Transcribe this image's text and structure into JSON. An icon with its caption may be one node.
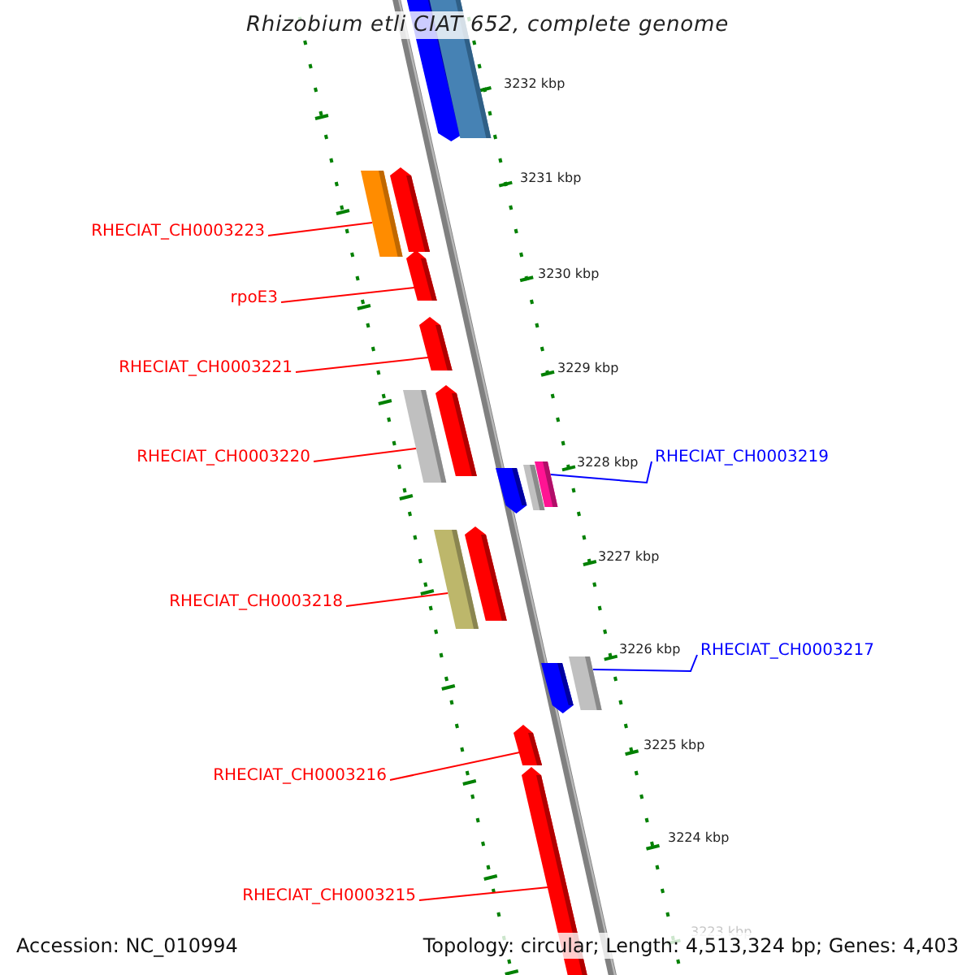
{
  "diagram": {
    "title": "Rhizobium etli CIAT 652, complete genome",
    "nodes": [
      {
        "text": [],
        "shape": "arrow"
      },
      {
        "text": [],
        "shape": "bar"
      },
      {
        "text": [],
        "shape": "bar"
      },
      {
        "text": [],
        "shape": "arrow"
      },
      {
        "text": [],
        "shape": "arrow"
      },
      {
        "text": [],
        "shape": "arrow"
      },
      {
        "text": [],
        "shape": "bar"
      },
      {
        "text": [],
        "shape": "arrow"
      },
      {
        "text": [],
        "shape": "arrow"
      },
      {
        "text": [],
        "shape": "bar"
      },
      {
        "text": [],
        "shape": "bar"
      },
      {
        "text": [],
        "shape": "bar"
      },
      {
        "text": [],
        "shape": "arrow"
      },
      {
        "text": [],
        "shape": "arrow"
      },
      {
        "text": [],
        "shape": "bar"
      },
      {
        "text": [],
        "shape": "arrow"
      },
      {
        "text": [],
        "shape": "arrow"
      },
      {
        "text": [
          "RHECIAT_CH0003223"
        ]
      },
      {
        "text": [
          "rpoE3"
        ]
      },
      {
        "text": [
          "RHECIAT_CH0003221"
        ]
      },
      {
        "text": [
          "RHECIAT_CH0003220"
        ]
      },
      {
        "text": [
          "RHECIAT_CH0003219"
        ]
      },
      {
        "text": [
          "RHECIAT_CH0003218"
        ]
      },
      {
        "text": [
          "RHECIAT_CH0003217"
        ]
      },
      {
        "text": [
          "RHECIAT_CH0003216"
        ]
      },
      {
        "text": [
          "RHECIAT_CH0003215"
        ]
      }
    ],
    "edges": [
      {
        "from": 17,
        "to": 2,
        "arrow": "none"
      },
      {
        "from": 18,
        "to": 4,
        "arrow": "none"
      },
      {
        "from": 19,
        "to": 5,
        "arrow": "none"
      },
      {
        "from": 20,
        "to": 6,
        "arrow": "none"
      },
      {
        "from": 21,
        "to": 10,
        "arrow": "none",
        "color": "#0000ff"
      },
      {
        "from": 22,
        "to": 11,
        "arrow": "none"
      },
      {
        "from": 23,
        "to": 14,
        "arrow": "none",
        "color": "#0000ff"
      },
      {
        "from": 24,
        "to": 15,
        "arrow": "none"
      },
      {
        "from": 25,
        "to": 16,
        "arrow": "none"
      }
    ],
    "labels": [
      "3232 kbp",
      "3231 kbp",
      "3230 kbp",
      "3229 kbp",
      "3228 kbp",
      "3227 kbp",
      "3226 kbp",
      "3225 kbp",
      "3224 kbp",
      "3223 kbp",
      "Accession: NC_010994",
      "Topology: circular; Length: 4,513,324 bp; Genes: 4,403"
    ]
  }
}
